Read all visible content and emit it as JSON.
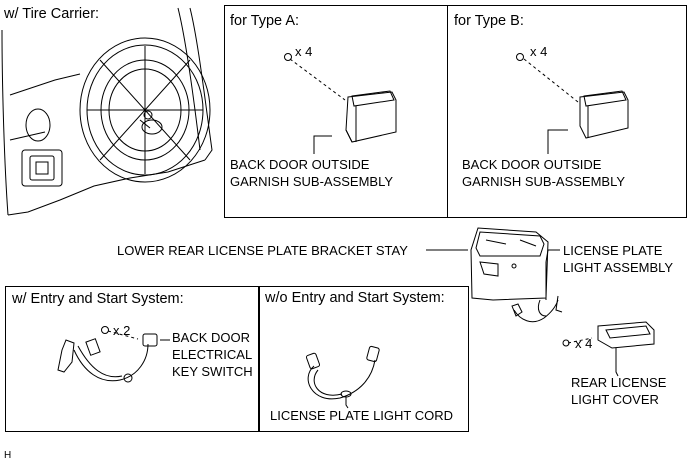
{
  "headings": {
    "tire_carrier": "w/ Tire Carrier:",
    "type_a": "for Type A:",
    "type_b": "for Type B:",
    "with_entry": "w/ Entry and Start System:",
    "without_entry": "w/o Entry and Start System:"
  },
  "quantities": {
    "type_a_screws": "x 4",
    "type_b_screws": "x 4",
    "switch_screws": "x 2",
    "cover_screws": "x 4"
  },
  "part_labels": {
    "garnish_a_line1": "BACK DOOR OUTSIDE",
    "garnish_a_line2": "GARNISH SUB-ASSEMBLY",
    "garnish_b_line1": "BACK DOOR OUTSIDE",
    "garnish_b_line2": "GARNISH SUB-ASSEMBLY",
    "bracket_stay": "LOWER REAR LICENSE PLATE BRACKET STAY",
    "light_assy_line1": "LICENSE PLATE",
    "light_assy_line2": "LIGHT ASSEMBLY",
    "key_switch_line1": "BACK DOOR",
    "key_switch_line2": "ELECTRICAL",
    "key_switch_line3": "KEY SWITCH",
    "light_cord": "LICENSE PLATE LIGHT CORD",
    "cover_line1": "REAR LICENSE",
    "cover_line2": "LIGHT COVER"
  },
  "footer": {
    "code": "H"
  }
}
